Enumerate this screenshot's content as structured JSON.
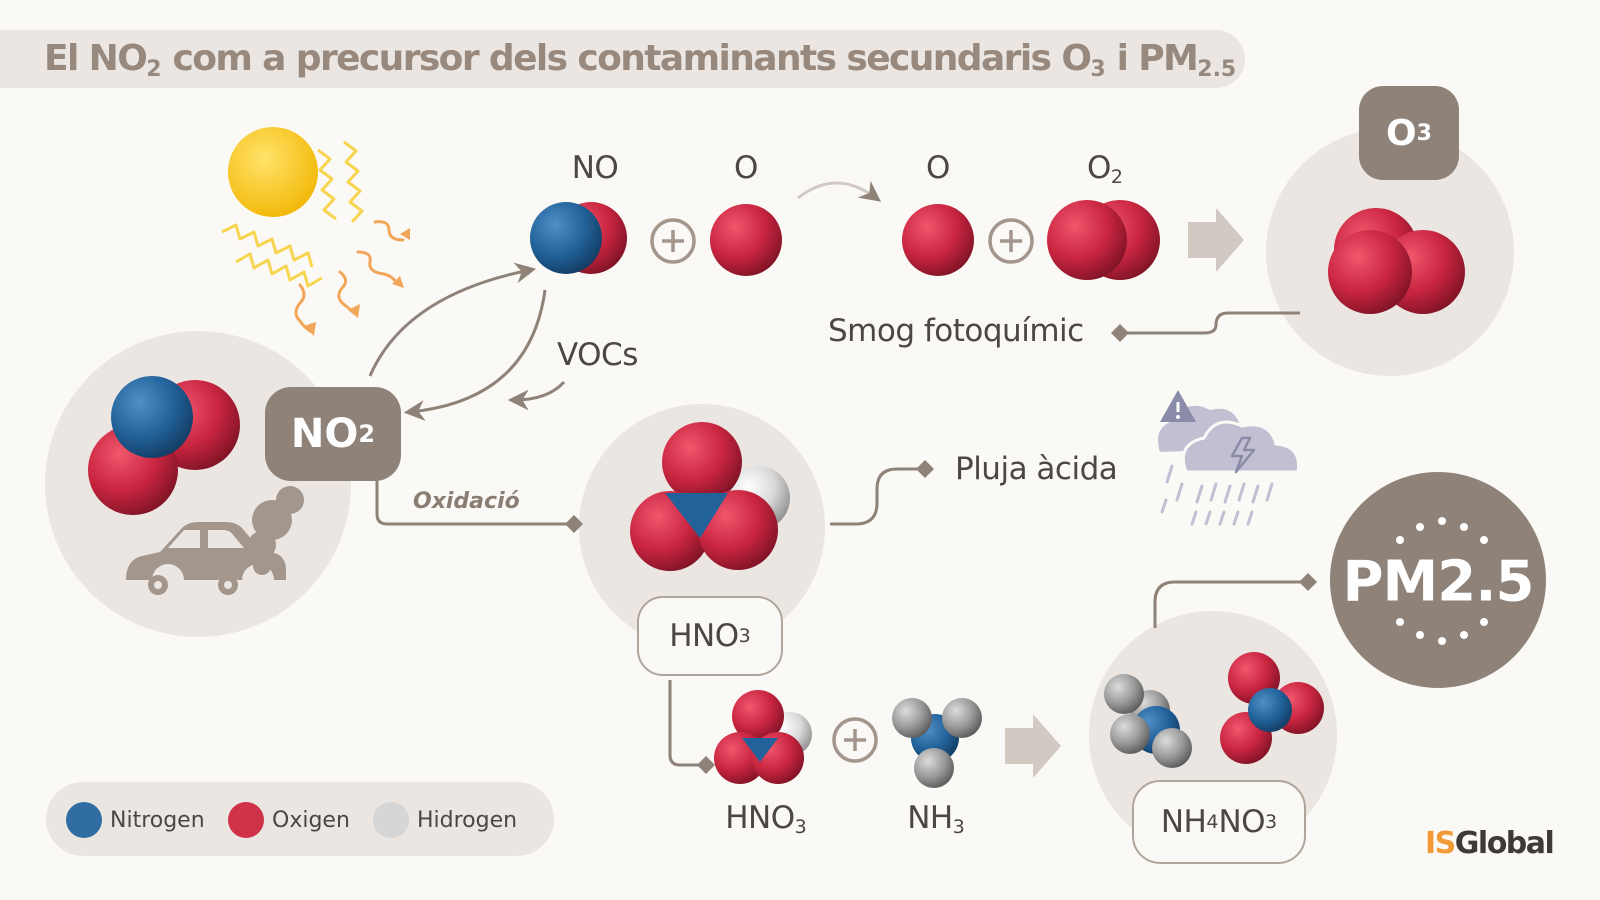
{
  "title": {
    "pre": "El NO",
    "sub": "2",
    "mid": " com a precursor dels contaminants secundaris O",
    "sub2": "3",
    "mid2": " i PM",
    "sub3": "2.5"
  },
  "molecules": {
    "no2": {
      "main": "NO",
      "sub": "2"
    },
    "no": "NO",
    "o_atom_1": "O",
    "o_atom_2": "O",
    "o2": {
      "main": "O",
      "sub": "2"
    },
    "o3": {
      "main": "O",
      "sub": "3"
    },
    "hno3_pill": {
      "main": "HNO",
      "sub": "3"
    },
    "hno3_bottom": {
      "main": "HNO",
      "sub": "3"
    },
    "nh3": {
      "main": "NH",
      "sub": "3"
    },
    "nh4no3": {
      "a": "NH",
      "b": "4",
      "c": "NO",
      "d": "3"
    },
    "pm25": "PM2.5"
  },
  "labels": {
    "vocs": "VOCs",
    "smog": "Smog fotoquímic",
    "oxidacio": "Oxidació",
    "pluja": "Pluja àcida"
  },
  "legend": [
    {
      "label": "Nitrogen",
      "color": "#2f6da3"
    },
    {
      "label": "Oxigen",
      "color": "#d0324a"
    },
    {
      "label": "Hidrogen",
      "color": "#d6d6d6"
    }
  ],
  "logo": {
    "is": "IS",
    "rest": "Global"
  },
  "colors": {
    "nitrogen": "#2f6da3",
    "oxygen": "#d0324a",
    "hydrogen": "#d6d6d6",
    "badge": "#8e8279",
    "circle_bg": "#ebe6e1"
  }
}
